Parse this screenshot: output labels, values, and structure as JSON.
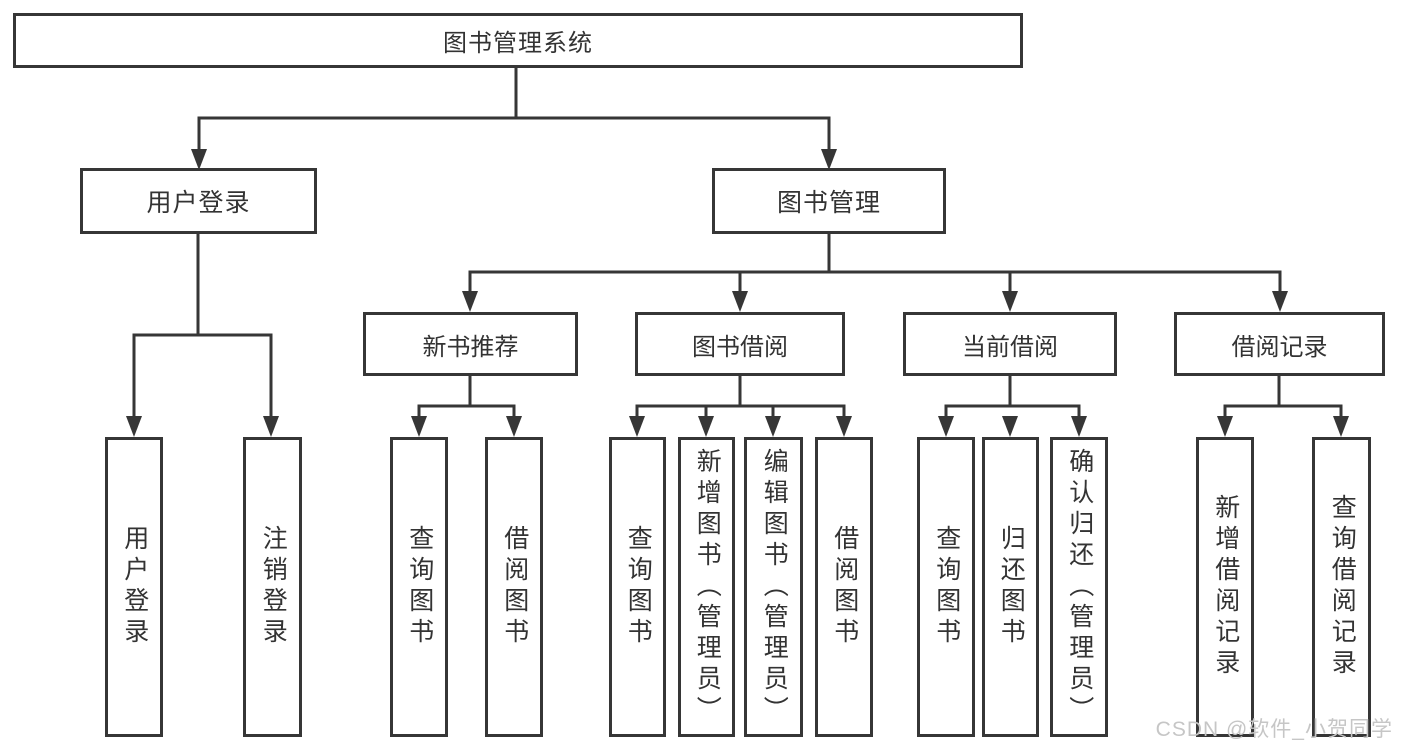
{
  "colors": {
    "line": "#363636",
    "text": "#333333",
    "watermark": "#c6c6c6",
    "background": "#ffffff"
  },
  "watermark": {
    "text": "CSDN @软件_小贺同学"
  },
  "tree": {
    "root": {
      "label": "图书管理系统"
    },
    "branches": [
      {
        "label": "用户登录",
        "children": [
          {
            "label": "用户登录"
          },
          {
            "label": "注销登录"
          }
        ]
      },
      {
        "label": "图书管理",
        "children": [
          {
            "label": "新书推荐",
            "children": [
              {
                "label": "查询图书"
              },
              {
                "label": "借阅图书"
              }
            ]
          },
          {
            "label": "图书借阅",
            "children": [
              {
                "label": "查询图书"
              },
              {
                "label": "新增图书（管理员）"
              },
              {
                "label": "编辑图书（管理员）"
              },
              {
                "label": "借阅图书"
              }
            ]
          },
          {
            "label": "当前借阅",
            "children": [
              {
                "label": "查询图书"
              },
              {
                "label": "归还图书"
              },
              {
                "label": "确认归还（管理员）"
              }
            ]
          },
          {
            "label": "借阅记录",
            "children": [
              {
                "label": "新增借阅记录"
              },
              {
                "label": "查询借阅记录"
              }
            ]
          }
        ]
      }
    ]
  }
}
